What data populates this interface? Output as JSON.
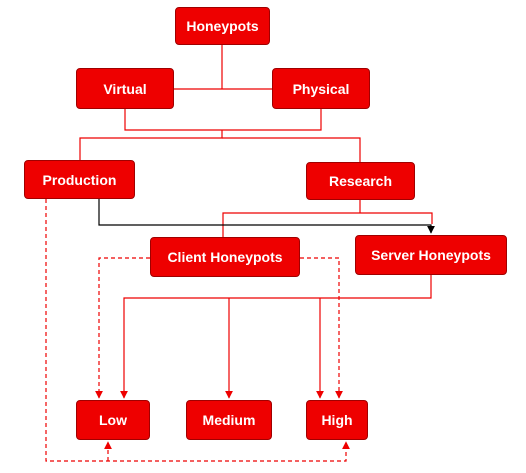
{
  "nodes": {
    "honeypots": "Honeypots",
    "virtual": "Virtual",
    "physical": "Physical",
    "production": "Production",
    "research": "Research",
    "client_honeypots": "Client Honeypots",
    "server_honeypots": "Server Honeypots",
    "low": "Low",
    "medium": "Medium",
    "high": "High"
  },
  "colors": {
    "node_fill": "#ee0000",
    "connector": "#ee0000",
    "black_connector": "#000000"
  }
}
